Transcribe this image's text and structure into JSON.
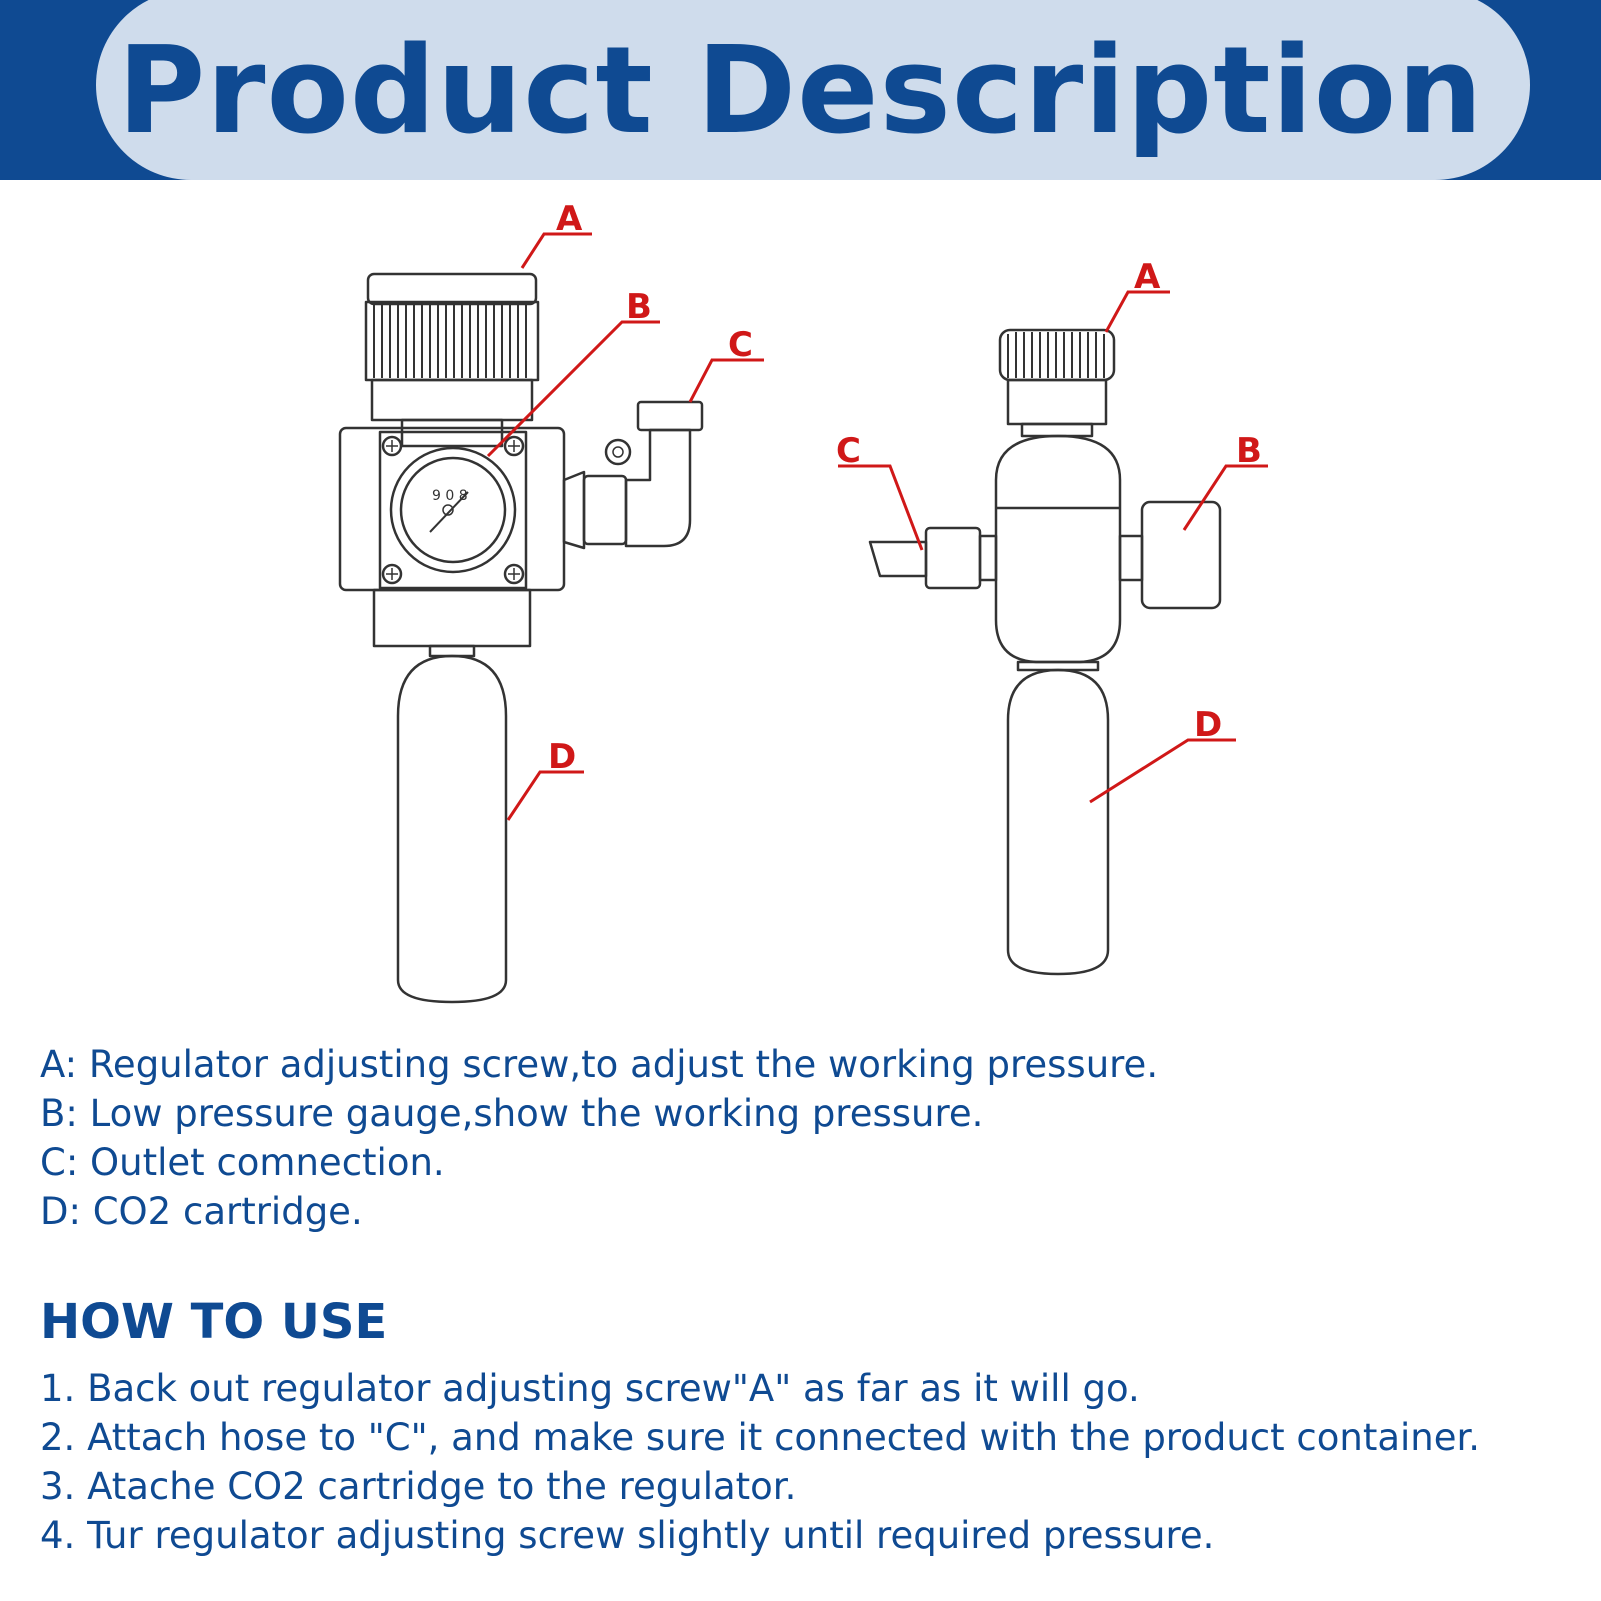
{
  "header": {
    "title": "Product Description"
  },
  "callouts": {
    "front": {
      "a": "A",
      "b": "B",
      "c": "C",
      "d": "D"
    },
    "side": {
      "a": "A",
      "b": "B",
      "c": "C",
      "d": "D"
    }
  },
  "parts": [
    "A: Regulator adjusting screw,to adjust the working pressure.",
    "B: Low pressure gauge,show the working pressure.",
    "C: Outlet comnection.",
    "D: CO2 cartridge."
  ],
  "how_to_use": {
    "title": "HOW TO USE",
    "steps": [
      "1. Back out regulator adjusting screw\"A\" as far as it will go.",
      "2. Attach hose to \"C\", and make sure it connected with the product container.",
      "3. Atache CO2 cartridge to the regulator.",
      "4. Tur regulator adjusting screw slightly until required pressure."
    ]
  },
  "colors": {
    "brand_blue": "#0f4a92",
    "pill": "#cfdcec",
    "callout_red": "#d01818"
  }
}
